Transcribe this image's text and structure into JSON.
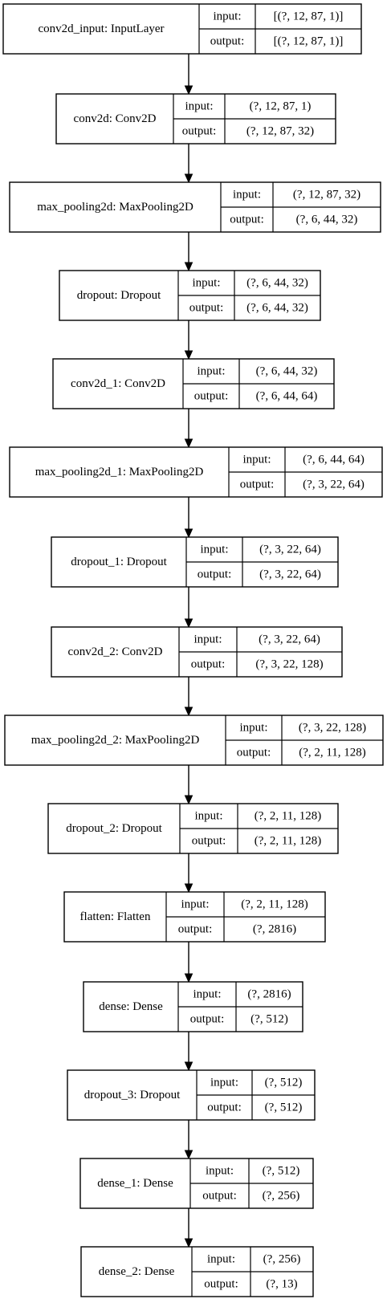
{
  "nodes": [
    {
      "name": "conv2d_input: InputLayer",
      "input_label": "input:",
      "input_shape": "[(?, 12, 87, 1)]",
      "output_label": "output:",
      "output_shape": "[(?, 12, 87, 1)]"
    },
    {
      "name": "conv2d: Conv2D",
      "input_label": "input:",
      "input_shape": "(?, 12, 87, 1)",
      "output_label": "output:",
      "output_shape": "(?, 12, 87, 32)"
    },
    {
      "name": "max_pooling2d: MaxPooling2D",
      "input_label": "input:",
      "input_shape": "(?, 12, 87, 32)",
      "output_label": "output:",
      "output_shape": "(?, 6, 44, 32)"
    },
    {
      "name": "dropout: Dropout",
      "input_label": "input:",
      "input_shape": "(?, 6, 44, 32)",
      "output_label": "output:",
      "output_shape": "(?, 6, 44, 32)"
    },
    {
      "name": "conv2d_1: Conv2D",
      "input_label": "input:",
      "input_shape": "(?, 6, 44, 32)",
      "output_label": "output:",
      "output_shape": "(?, 6, 44, 64)"
    },
    {
      "name": "max_pooling2d_1: MaxPooling2D",
      "input_label": "input:",
      "input_shape": "(?, 6, 44, 64)",
      "output_label": "output:",
      "output_shape": "(?, 3, 22, 64)"
    },
    {
      "name": "dropout_1: Dropout",
      "input_label": "input:",
      "input_shape": "(?, 3, 22, 64)",
      "output_label": "output:",
      "output_shape": "(?, 3, 22, 64)"
    },
    {
      "name": "conv2d_2: Conv2D",
      "input_label": "input:",
      "input_shape": "(?, 3, 22, 64)",
      "output_label": "output:",
      "output_shape": "(?, 3, 22, 128)"
    },
    {
      "name": "max_pooling2d_2: MaxPooling2D",
      "input_label": "input:",
      "input_shape": "(?, 3, 22, 128)",
      "output_label": "output:",
      "output_shape": "(?, 2, 11, 128)"
    },
    {
      "name": "dropout_2: Dropout",
      "input_label": "input:",
      "input_shape": "(?, 2, 11, 128)",
      "output_label": "output:",
      "output_shape": "(?, 2, 11, 128)"
    },
    {
      "name": "flatten: Flatten",
      "input_label": "input:",
      "input_shape": "(?, 2, 11, 128)",
      "output_label": "output:",
      "output_shape": "(?, 2816)"
    },
    {
      "name": "dense: Dense",
      "input_label": "input:",
      "input_shape": "(?, 2816)",
      "output_label": "output:",
      "output_shape": "(?, 512)"
    },
    {
      "name": "dropout_3: Dropout",
      "input_label": "input:",
      "input_shape": "(?, 512)",
      "output_label": "output:",
      "output_shape": "(?, 512)"
    },
    {
      "name": "dense_1: Dense",
      "input_label": "input:",
      "input_shape": "(?, 512)",
      "output_label": "output:",
      "output_shape": "(?, 256)"
    },
    {
      "name": "dense_2: Dense",
      "input_label": "input:",
      "input_shape": "(?, 256)",
      "output_label": "output:",
      "output_shape": "(?, 13)"
    }
  ],
  "colors": {
    "stroke": "#000000",
    "background": "#ffffff",
    "text": "#000000"
  }
}
